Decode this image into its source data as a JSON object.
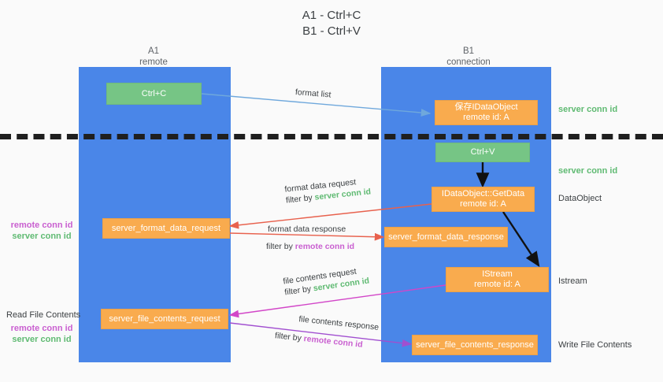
{
  "title": {
    "line1": "A1 - Ctrl+C",
    "line2": "B1 - Ctrl+V"
  },
  "columns": [
    {
      "id": "a1",
      "name": "A1",
      "sub": "remote"
    },
    {
      "id": "b1",
      "name": "B1",
      "sub": "connection"
    }
  ],
  "boxes": {
    "ctrl_c": {
      "line1": "Ctrl+C",
      "line2": "",
      "color": "#76c585"
    },
    "save_dataobject": {
      "line1": "保存IDataObject",
      "line2": "remote id: A",
      "color": "#f9ab4e"
    },
    "ctrl_v": {
      "line1": "Ctrl+V",
      "line2": "",
      "color": "#76c585"
    },
    "getdata": {
      "line1": "IDataObject::GetData",
      "line2": "remote id: A",
      "color": "#f9ab4e"
    },
    "istream": {
      "line1": "IStream",
      "line2": "remote id: A",
      "color": "#f9ab4e"
    },
    "server_format_data_request": {
      "line1": "server_format_data_request",
      "line2": "",
      "color": "#f9ab4e"
    },
    "server_format_data_response": {
      "line1": "server_format_data_response",
      "line2": "",
      "color": "#f9ab4e"
    },
    "server_file_contents_request": {
      "line1": "server_file_contents_request",
      "line2": "",
      "color": "#f9ab4e"
    },
    "server_file_contents_response": {
      "line1": "server_file_contents_response",
      "line2": "",
      "color": "#f9ab4e"
    }
  },
  "arrow_labels": {
    "format_list": "format list",
    "format_data_request": {
      "top": "format data request",
      "prefix": "filter by ",
      "token": "server conn id",
      "token_color": "#5fba72"
    },
    "format_data_response": {
      "top": "format data response",
      "prefix": "filter by ",
      "token": "remote conn id",
      "token_color": "#c95fd0"
    },
    "file_contents_request": {
      "top": "file contents request",
      "prefix": "filter by ",
      "token": "server conn id",
      "token_color": "#5fba72"
    },
    "file_contents_response": {
      "top": "file contents response",
      "prefix": "filter by ",
      "token": "remote conn id",
      "token_color": "#c95fd0"
    }
  },
  "right_labels": [
    {
      "id": "server-conn-id-1",
      "text": "server conn id",
      "color": "#5fba72",
      "bold": true
    },
    {
      "id": "server-conn-id-2",
      "text": "server conn id",
      "color": "#5fba72",
      "bold": true
    },
    {
      "id": "dataobject",
      "text": "DataObject",
      "color": "#3c4043",
      "bold": false
    },
    {
      "id": "istream",
      "text": "Istream",
      "color": "#3c4043",
      "bold": false
    },
    {
      "id": "write-file-contents",
      "text": "Write File Contents",
      "color": "#3c4043",
      "bold": false
    }
  ],
  "left_labels": {
    "group1": {
      "remote": "remote conn id",
      "server": "server conn id"
    },
    "read_file_contents": "Read File Contents",
    "group2": {
      "remote": "remote conn id",
      "server": "server conn id"
    }
  },
  "colors": {
    "lane": "#4a86e8",
    "green_box": "#76c585",
    "orange_box": "#f9ab4e",
    "green_text": "#5fba72",
    "magenta_text": "#c95fd0",
    "arrow_blue": "#6fa8dc",
    "arrow_red": "#e8614d",
    "arrow_magenta": "#d246c8",
    "arrow_purple": "#a14fd0",
    "arrow_black": "#111111",
    "background": "#fafafa"
  }
}
